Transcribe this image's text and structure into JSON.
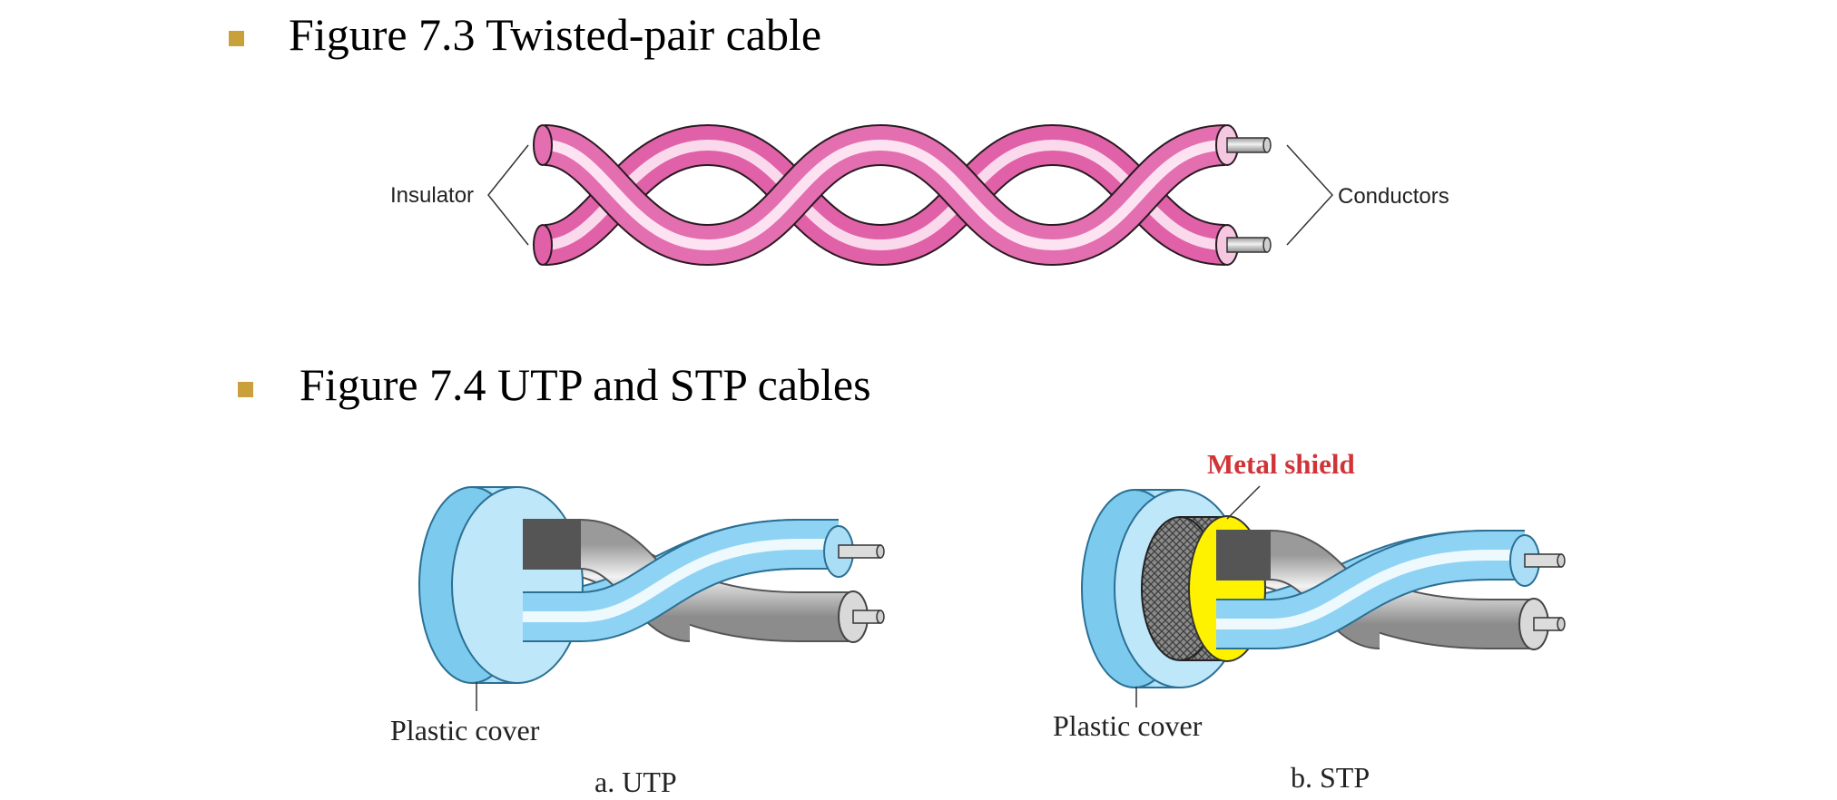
{
  "figure_7_3": {
    "title": "Figure 7.3  Twisted-pair cable",
    "insulator_label": "Insulator",
    "conductors_label": "Conductors"
  },
  "figure_7_4": {
    "title": "Figure 7.4  UTP and STP cables",
    "utp": {
      "cover_label": "Plastic cover",
      "caption": "a. UTP"
    },
    "stp": {
      "shield_label": "Metal shield",
      "cover_label": "Plastic cover",
      "caption": "b. STP"
    }
  },
  "colors": {
    "bullet": "#c9a13b",
    "insulator_pink": "#e25ca7",
    "insulator_light": "#f8c6e2",
    "cover_blue": "#8fd3f4",
    "cover_blue_dark": "#5bbbe8",
    "wire_gray": "#bdbdbd",
    "shield_yellow": "#fff200",
    "metal_label": "#d13438"
  }
}
